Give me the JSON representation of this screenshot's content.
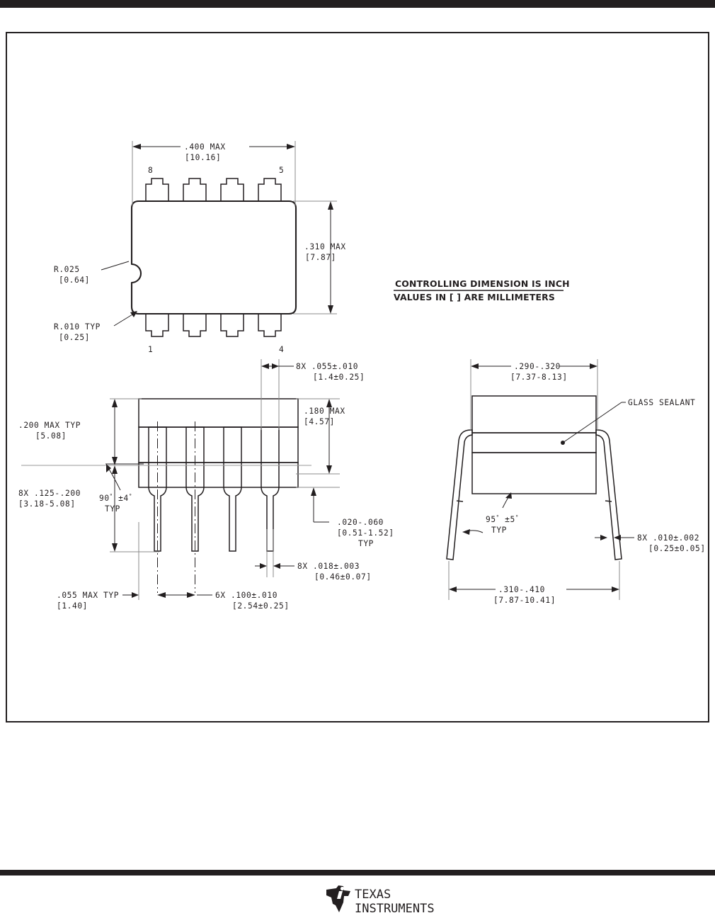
{
  "page": {
    "logo_line1": "TEXAS",
    "logo_line2": "INSTRUMENTS",
    "logo_name": "texas-instruments-logo"
  },
  "note": {
    "line1": "CONTROLLING DIMENSION IS INCH",
    "line2": "VALUES IN [ ] ARE MILLIMETERS"
  },
  "top_view": {
    "width_dim": {
      "inch": ".400  MAX",
      "mm": "[10.16]"
    },
    "height_dim": {
      "inch": ".310  MAX",
      "mm": "[7.87]"
    },
    "pin_labels": {
      "p8": "8",
      "p5": "5",
      "p1": "1",
      "p4": "4"
    },
    "corner_radius": {
      "inch": "R.025",
      "mm": "[0.64]"
    },
    "lead_radius": {
      "inch": "R.010  TYP",
      "mm": "[0.25]"
    }
  },
  "front_view": {
    "lead_width": {
      "inch": "8X  .055±.010",
      "mm": "[1.4±0.25]"
    },
    "body_height": {
      "inch": ".180  MAX",
      "mm": "[4.57]"
    },
    "standoff": {
      "inch": ".200 MAX TYP",
      "mm": "[5.08]"
    },
    "lead_length": {
      "inch": "8X  .125-.200",
      "mm": "[3.18-5.08]"
    },
    "lead_angle": {
      "value": "90",
      "deg": "°",
      "tol": "±4",
      "tol_deg": "°",
      "typ": "TYP"
    },
    "seating": {
      "inch": ".020-.060",
      "mm": "[0.51-1.52]",
      "typ": "TYP"
    },
    "lead_thick": {
      "inch": "8X  .018±.003",
      "mm": "[0.46±0.07]"
    },
    "shoulder": {
      "inch": ".055 MAX TYP",
      "mm": "[1.40]"
    },
    "pitch": {
      "inch": "6X  .100±.010",
      "mm": "[2.54±0.25]"
    }
  },
  "side_view": {
    "body_width": {
      "inch": ".290-.320",
      "mm": "[7.37-8.13]"
    },
    "lead_span": {
      "inch": ".310-.410",
      "mm": "[7.87-10.41]"
    },
    "glass_sealant": "GLASS SEALANT",
    "lead_angle": {
      "value": "95",
      "deg": "°",
      "tol": "±5",
      "tol_deg": "°",
      "typ": "TYP"
    },
    "lead_thick": {
      "inch": "8X  .010±.002",
      "mm": "[0.25±0.05]"
    }
  }
}
